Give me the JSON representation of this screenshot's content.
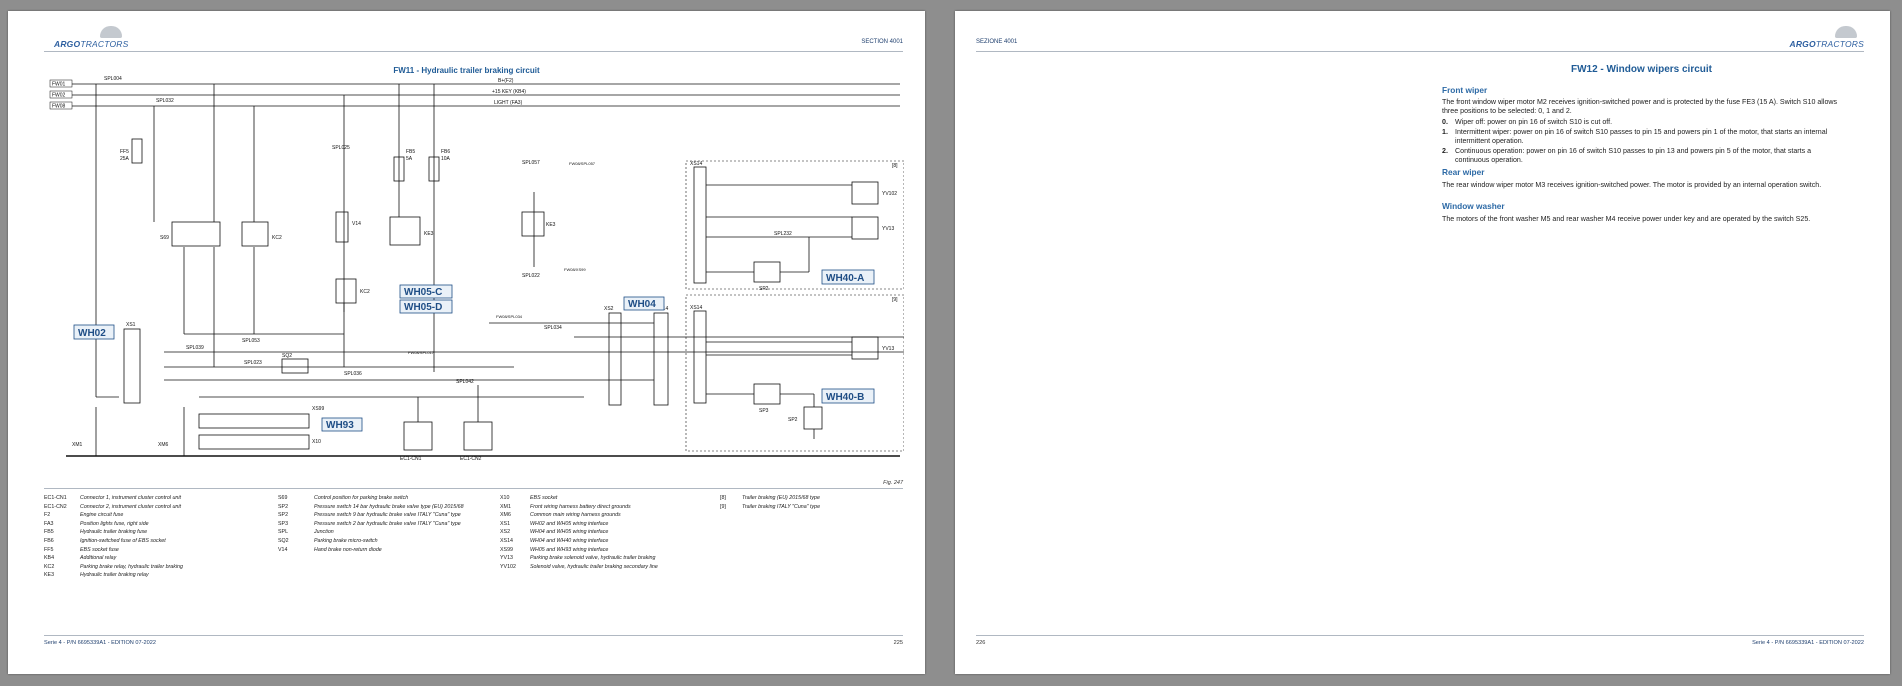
{
  "page_left": {
    "logo": {
      "bold": "ARGO",
      "rest": "TRACTORS"
    },
    "section": "SECTION 4001",
    "title": "FW11 - Hydraulic trailer braking circuit",
    "figure": "Fig. 247",
    "footer": "Serie 4 - P/N 6695339A1 - EDITION 07-2022",
    "page_number": "225",
    "diagram": {
      "buses": [
        {
          "id": "FW01",
          "label": "B+(F2)",
          "spl": "SPL004"
        },
        {
          "id": "FW02",
          "label": "+15 KEY (KB4)",
          "spl": ""
        },
        {
          "id": "FW08",
          "label": "LIGHT (FA3)",
          "spl": "SPL032"
        }
      ],
      "harness_boxes": [
        "WH02",
        "WH05-C",
        "WH05-D",
        "WH04",
        "WH93",
        "WH40-A",
        "WH40-B"
      ],
      "labels": {
        "ff5": "FF5",
        "ff5a": "25A",
        "fb5": "FB5",
        "fb5a": "5A",
        "fb6": "FB6",
        "fb6a": "10A",
        "s69": "S69",
        "kc2": "KC2",
        "kc2b": "KC2",
        "v14": "V14",
        "ke3": "KE3",
        "ke3b": "KE3",
        "spl025": "SPL025",
        "spl057": "SPL057",
        "spl022": "SPL022",
        "spl053": "SPL053",
        "spl034": "SPL034",
        "spl039": "SPL039",
        "spl023": "SPL023",
        "spl036": "SPL036",
        "spl042": "SPL042",
        "spl232": "SPL232",
        "xs1": "XS1",
        "xs2": "XS2",
        "xs14a": "XS14",
        "xs14b": "XS14",
        "xs14c": "XS14",
        "xs99": "XS99",
        "x10": "X10",
        "xm1": "XM1",
        "xm6": "XM6",
        "sq2": "SQ2",
        "ec1cn1": "EC1-CN1",
        "ec1cn2": "EC1-CN2",
        "yv102": "YV102",
        "yv13a": "YV13",
        "yv13b": "YV13",
        "sp2a": "SP2",
        "sp3": "SP3",
        "sp2b": "SP2",
        "n8": "[8]",
        "n9": "[9]",
        "fw08spl057": "FW08/SPL057",
        "fw08xs99": "FW08/XS99",
        "fw08spl034": "FW08/SPL034",
        "fw08spl017": "FW08/SPL017"
      }
    },
    "legend": [
      [
        {
          "code": "EC1-CN1",
          "desc": "Connector 1, instrument cluster control unit"
        },
        {
          "code": "EC1-CN2",
          "desc": "Connector 2, instrument cluster control unit"
        },
        {
          "code": "F2",
          "desc": "Engine circuit fuse"
        },
        {
          "code": "FA3",
          "desc": "Position lights fuse, right side"
        },
        {
          "code": "FB5",
          "desc": "Hydraulic trailer braking fuse"
        },
        {
          "code": "FB6",
          "desc": "Ignition-switched fuse of EBS socket"
        },
        {
          "code": "FF5",
          "desc": "EBS socket fuse"
        },
        {
          "code": "KB4",
          "desc": "Additional relay"
        },
        {
          "code": "KC2",
          "desc": "Parking brake relay, hydraulic trailer braking"
        },
        {
          "code": "KE3",
          "desc": "Hydraulic trailer braking relay"
        }
      ],
      [
        {
          "code": "S69",
          "desc": "Control position for parking brake switch"
        },
        {
          "code": "SP2",
          "desc": "Pressure switch 14 bar hydraulic brake valve type (EU) 2015/68"
        },
        {
          "code": "SP2",
          "desc": "Pressure switch 9 bar hydraulic brake valve ITALY \"Cuna\" type"
        },
        {
          "code": "SP3",
          "desc": "Pressure switch 2 bar hydraulic brake valve ITALY \"Cuna\" type"
        },
        {
          "code": "SPL",
          "desc": "Junction"
        },
        {
          "code": "SQ2",
          "desc": "Parking brake micro-switch"
        },
        {
          "code": "V14",
          "desc": "Hand brake non-return diode"
        }
      ],
      [
        {
          "code": "X10",
          "desc": "EBS socket"
        },
        {
          "code": "XM1",
          "desc": "Front wiring harness battery direct grounds"
        },
        {
          "code": "XM6",
          "desc": "Common main wiring harness grounds"
        },
        {
          "code": "XS1",
          "desc": "WH02 and WH05 wiring interface"
        },
        {
          "code": "XS2",
          "desc": "WH04 and WH05 wiring interface"
        },
        {
          "code": "XS14",
          "desc": "WH04 and WH40 wiring interface"
        },
        {
          "code": "XS99",
          "desc": "WH05 and WH93 wiring interface"
        },
        {
          "code": "YV13",
          "desc": "Parking brake solenoid valve, hydraulic trailer braking"
        },
        {
          "code": "YV102",
          "desc": "Solenoid valve, hydraulic trailer braking secondary line"
        }
      ],
      [
        {
          "code": "[8]",
          "desc": "Trailer braking (EU) 2015/68 type"
        },
        {
          "code": "[9]",
          "desc": "Trailer braking ITALY \"Cuna\" type"
        }
      ]
    ]
  },
  "page_right": {
    "logo": {
      "bold": "ARGO",
      "rest": "TRACTORS"
    },
    "section": "SEZIONE 4001",
    "title": "FW12 - Window wipers circuit",
    "front_wiper": {
      "heading": "Front wiper",
      "intro": "The front window wiper motor M2 receives ignition-switched power and is protected by the fuse FE3 (15 A). Switch S10 allows three positions to be selected: 0, 1 and 2.",
      "items": [
        {
          "n": "0.",
          "text": "Wiper off: power on pin 16 of switch S10 is cut off."
        },
        {
          "n": "1.",
          "text": "Intermittent wiper: power on pin 16 of switch S10 passes to pin 15 and powers pin 1 of the motor, that starts an internal intermittent operation."
        },
        {
          "n": "2.",
          "text": "Continuous operation: power on pin 16 of switch S10 passes to pin 13 and powers pin 5 of the motor, that starts a continuous operation."
        }
      ]
    },
    "rear_wiper": {
      "heading": "Rear wiper",
      "text": "The rear window wiper motor M3 receives ignition-switched power. The motor is provided by an internal operation switch."
    },
    "window_washer": {
      "heading": "Window washer",
      "text": "The motors of the front washer M5 and rear washer M4 receive power under key and are operated by the switch S25."
    },
    "footer": "Serie 4 - P/N 6695339A1 - EDITION 07-2022",
    "page_number": "226"
  }
}
